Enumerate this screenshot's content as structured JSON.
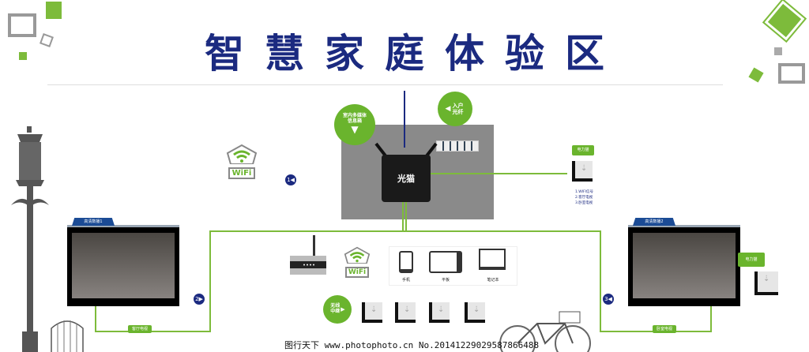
{
  "title": "智慧家庭体验区",
  "modem": {
    "label": "光猫"
  },
  "media_box_badge": "室内多媒体信息箱",
  "fiber_badge": "入户光纤",
  "powercat_top": {
    "label": "电力猫",
    "notes": [
      "1.WIFI信号",
      "2.客厅电视",
      "3.卧室电视"
    ]
  },
  "powercat_right": {
    "label": "电力猫"
  },
  "wifi_label": "WiFi",
  "wifi_label2": "WiFi",
  "tv1": {
    "tab": "高清数播1",
    "caption": "客厅电视",
    "marker": "2"
  },
  "tv2": {
    "tab": "高清数播2",
    "caption": "卧室电视",
    "marker": "3"
  },
  "marker1": "1",
  "devices": [
    {
      "label": "手机"
    },
    {
      "label": "平板"
    },
    {
      "label": "笔记本"
    }
  ],
  "repeater_badge": "无线中继",
  "watermark": "图行天下 www.photophoto.cn  No.20141229029587866488",
  "colors": {
    "navy": "#1b2a80",
    "green": "#6ab42d",
    "gray": "#8a8a8a"
  }
}
